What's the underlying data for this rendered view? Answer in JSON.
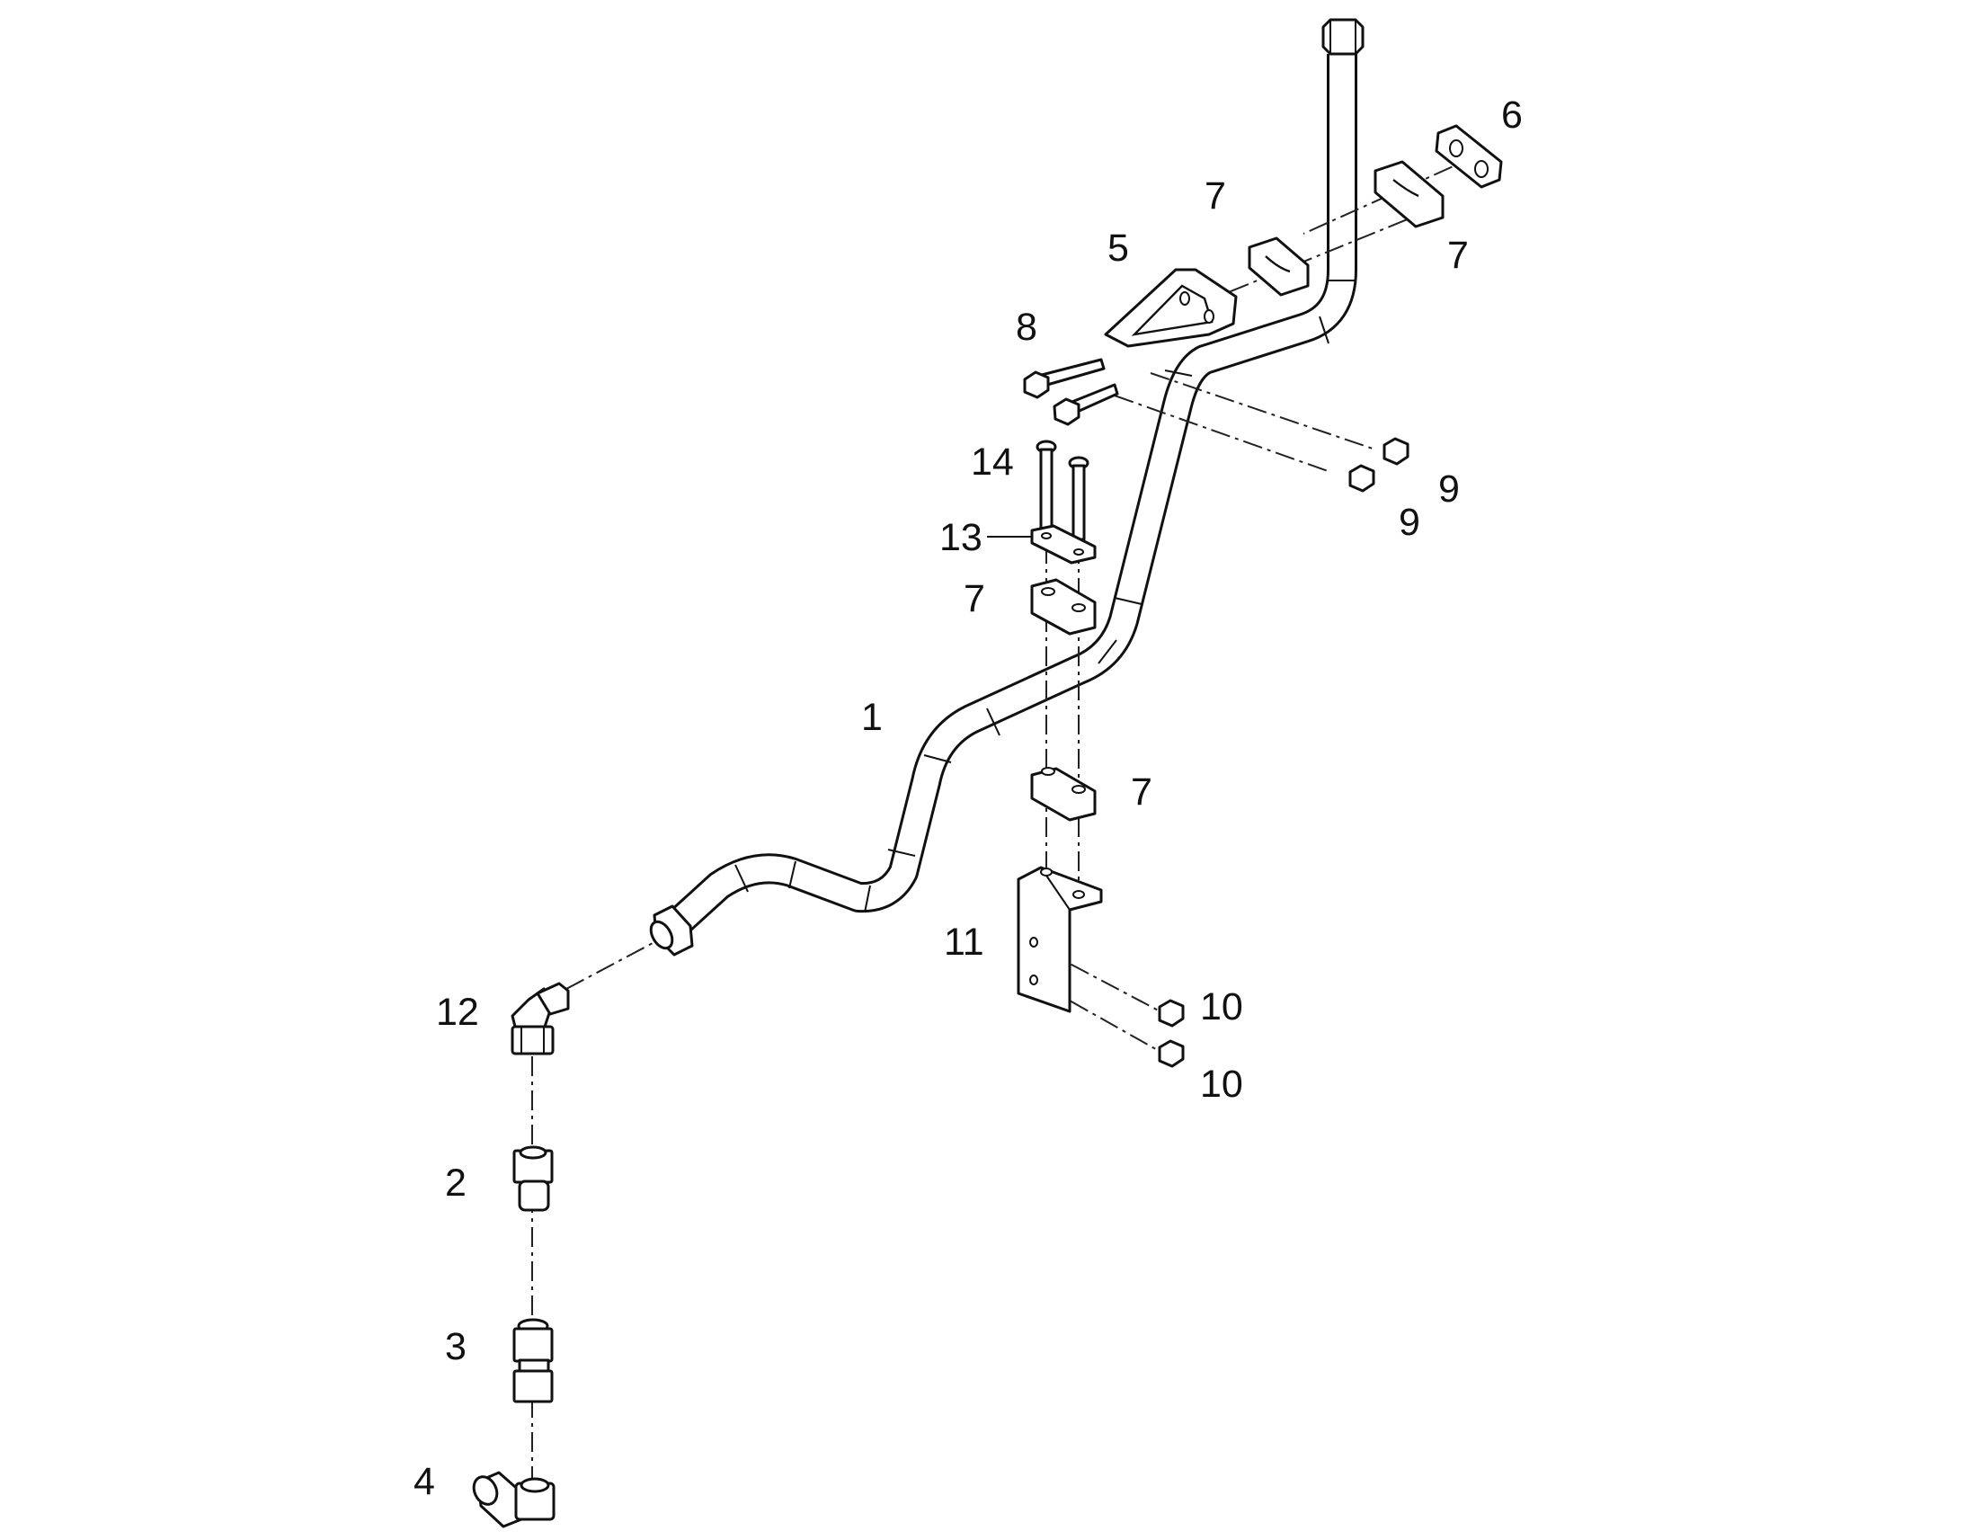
{
  "callouts": {
    "c1": "1",
    "c2": "2",
    "c3": "3",
    "c4": "4",
    "c5": "5",
    "c6": "6",
    "c7a": "7",
    "c7b": "7",
    "c7c": "7",
    "c7d": "7",
    "c8": "8",
    "c9a": "9",
    "c9b": "9",
    "c10a": "10",
    "c10b": "10",
    "c11": "11",
    "c12": "12",
    "c13": "13",
    "c14": "14"
  }
}
